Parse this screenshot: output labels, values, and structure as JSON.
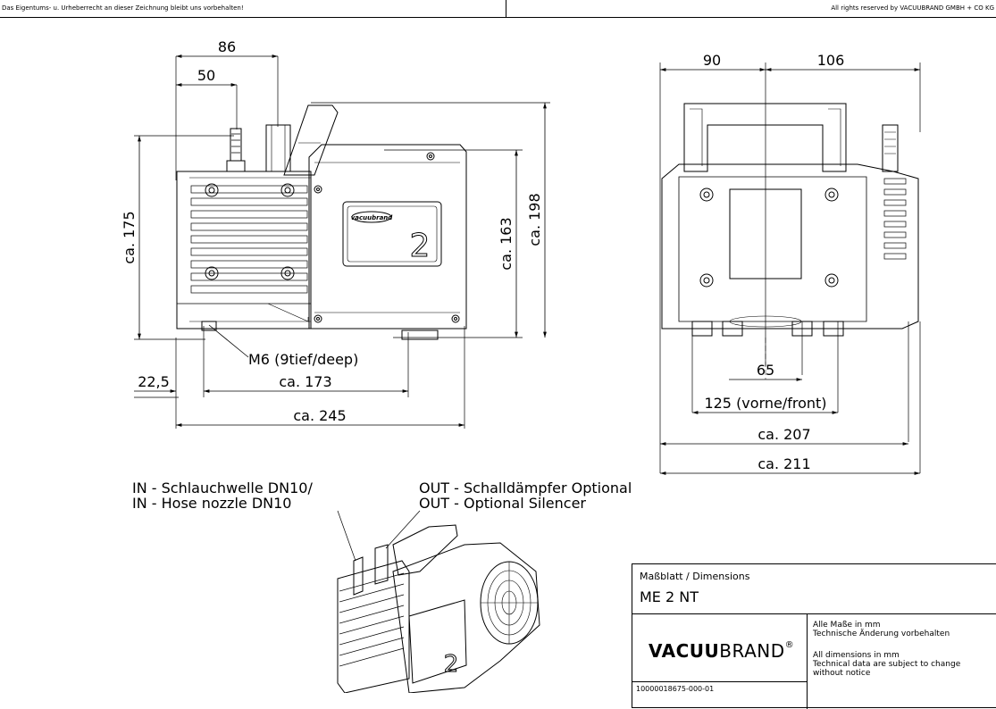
{
  "header": {
    "left_notice": "Das Eigentums- u. Urheberrecht an dieser Zeichnung bleibt uns vorbehalten!",
    "right_notice": "All rights reserved by VACUUBRAND GMBH + CO KG"
  },
  "side_view": {
    "dims": {
      "d86": "86",
      "d50": "50",
      "d175": "ca. 175",
      "d163": "ca. 163",
      "d198": "ca. 198",
      "d22": "22,5",
      "d173": "ca. 173",
      "d245": "ca. 245"
    },
    "thread_note": "M6 (9tief/deep)",
    "panel_number": "2",
    "logo_text": "vacuubrand"
  },
  "front_view": {
    "dims": {
      "d90": "90",
      "d106": "106",
      "d65": "65",
      "d125": "125 (vorne/front)",
      "d207": "ca. 207",
      "d211": "ca. 211"
    }
  },
  "iso_view": {
    "in_label_de": "IN - Schlauchwelle DN10/",
    "in_label_en": "IN - Hose nozzle DN10",
    "out_label_de": "OUT - Schalldämpfer Optional",
    "out_label_en": "OUT - Optional Silencer",
    "panel_number": "2"
  },
  "title_block": {
    "sheet_type": "Maßblatt / Dimensions",
    "model": "ME 2 NT",
    "brand_bold": "VACUU",
    "brand_light": "BRAND",
    "brand_mark": "®",
    "note_de_1": "Alle Maße in mm",
    "note_de_2": "Technische Änderung vorbehalten",
    "note_en_1": "All dimensions in mm",
    "note_en_2": "Technical data are subject to change",
    "note_en_3": "without notice",
    "doc_number": "10000018675-000-01"
  },
  "colors": {
    "line": "#000000",
    "background": "#ffffff"
  }
}
